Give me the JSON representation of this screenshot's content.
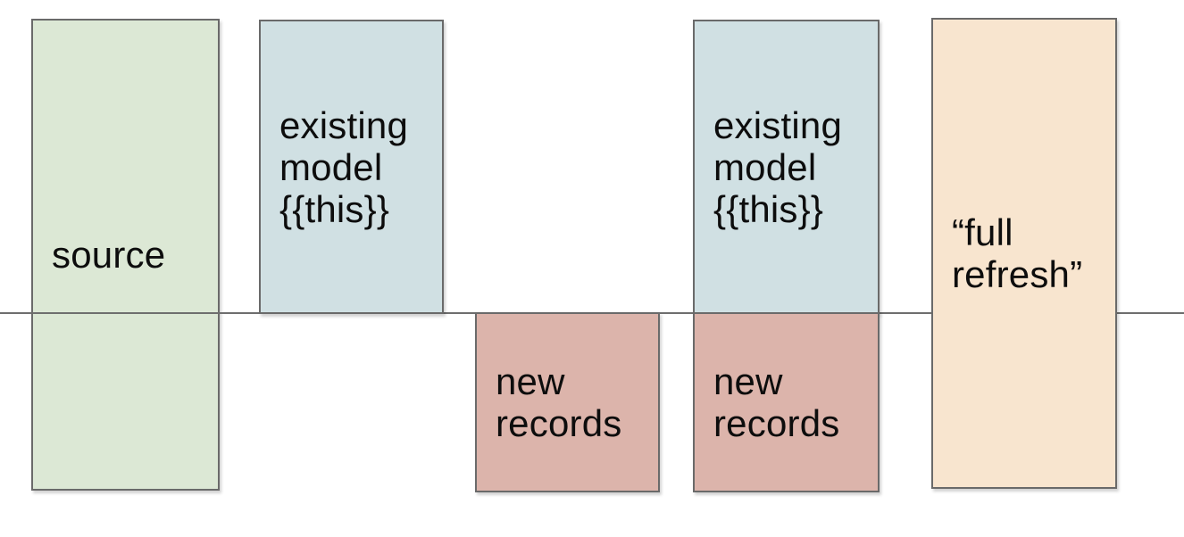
{
  "diagram": {
    "description": "timeline diagram of incremental model materialization",
    "background": "#ffffff",
    "text_color": "#0d0d0d",
    "border_color": "#6a6a6a",
    "divider": {
      "color": "#6e6e6e"
    },
    "boxes": [
      {
        "id": "source",
        "label": "source",
        "fill": "#dce8d5",
        "position": "spans-line"
      },
      {
        "id": "existing-model-1",
        "label": "existing\nmodel\n{{this}}",
        "fill": "#d0e0e3",
        "position": "above-line"
      },
      {
        "id": "new-records-1",
        "label": "new\nrecords",
        "fill": "#dcb4ab",
        "position": "below-line"
      },
      {
        "id": "existing-model-2",
        "label": "existing\nmodel\n{{this}}",
        "fill": "#d0e0e3",
        "position": "above-line"
      },
      {
        "id": "new-records-2",
        "label": "new\nrecords",
        "fill": "#dcb4ab",
        "position": "below-line"
      },
      {
        "id": "full-refresh",
        "label": "“full\nrefresh”",
        "fill": "#f8e5cf",
        "position": "spans-line"
      }
    ]
  }
}
